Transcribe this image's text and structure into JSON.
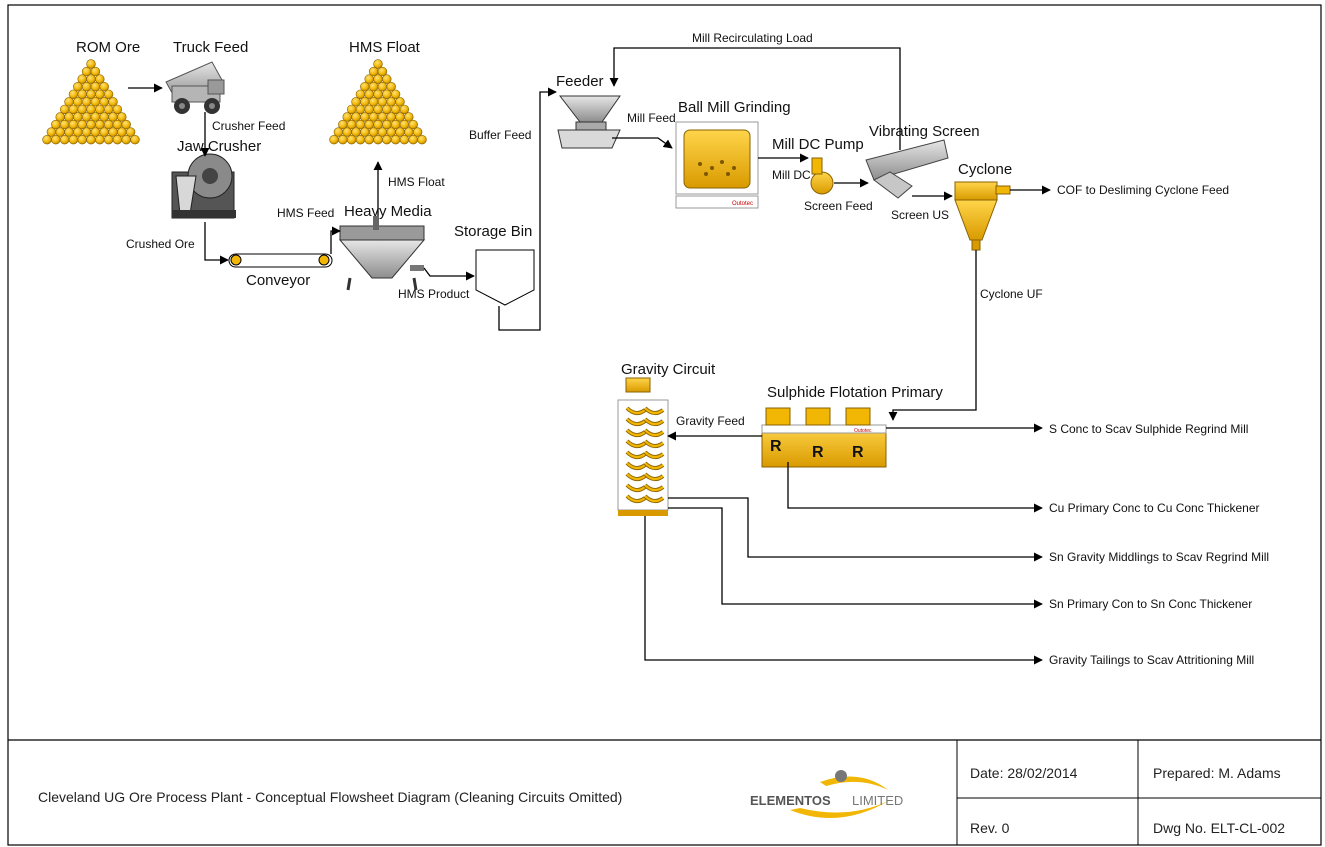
{
  "equipment": {
    "rom_ore": "ROM Ore",
    "truck_feed": "Truck Feed",
    "jaw_crusher": "Jaw Crusher",
    "hms_float_pile": "HMS Float",
    "heavy_media": "Heavy Media",
    "conveyor": "Conveyor",
    "storage_bin": "Storage Bin",
    "feeder": "Feeder",
    "ball_mill": "Ball Mill Grinding",
    "mill_dc_pump": "Mill DC Pump",
    "vibrating_screen": "Vibrating Screen",
    "cyclone": "Cyclone",
    "gravity_circuit": "Gravity Circuit",
    "sulphide_flotation": "Sulphide Flotation Primary"
  },
  "streams": {
    "crusher_feed": "Crusher Feed",
    "crushed_ore": "Crushed Ore",
    "hms_feed": "HMS Feed",
    "hms_float": "HMS Float",
    "hms_product": "HMS Product",
    "buffer_feed": "Buffer Feed",
    "mill_recirculating_load": "Mill Recirculating Load",
    "mill_feed": "Mill Feed",
    "mill_dc": "Mill DC",
    "screen_feed": "Screen Feed",
    "screen_us": "Screen US",
    "cyclone_uf": "Cyclone UF",
    "gravity_feed": "Gravity Feed"
  },
  "outputs": {
    "cof": "COF to Desliming Cyclone Feed",
    "s_conc": "S Conc to Scav Sulphide Regrind Mill",
    "cu_conc": "Cu Primary Conc to Cu Conc Thickener",
    "sn_middlings": "Sn Gravity Middlings to Scav Regrind Mill",
    "sn_primary": "Sn Primary Con to Sn Conc Thickener",
    "gravity_tailings": "Gravity Tailings to Scav Attritioning Mill"
  },
  "equipment_marks": {
    "outotec": "Outotec",
    "cell_letter": "R"
  },
  "title_block": {
    "title": "Cleveland UG Ore Process Plant - Conceptual Flowsheet Diagram (Cleaning Circuits Omitted)",
    "logo_text_1": "ELEMENTOS",
    "logo_text_2": "LIMITED",
    "date": "Date: 28/02/2014",
    "prepared": "Prepared: M. Adams",
    "rev": "Rev. 0",
    "dwg": "Dwg No. ELT-CL-002"
  },
  "colors": {
    "equipment_yellow": "#f2b705",
    "equipment_dark": "#b07e00",
    "line": "#000000"
  }
}
